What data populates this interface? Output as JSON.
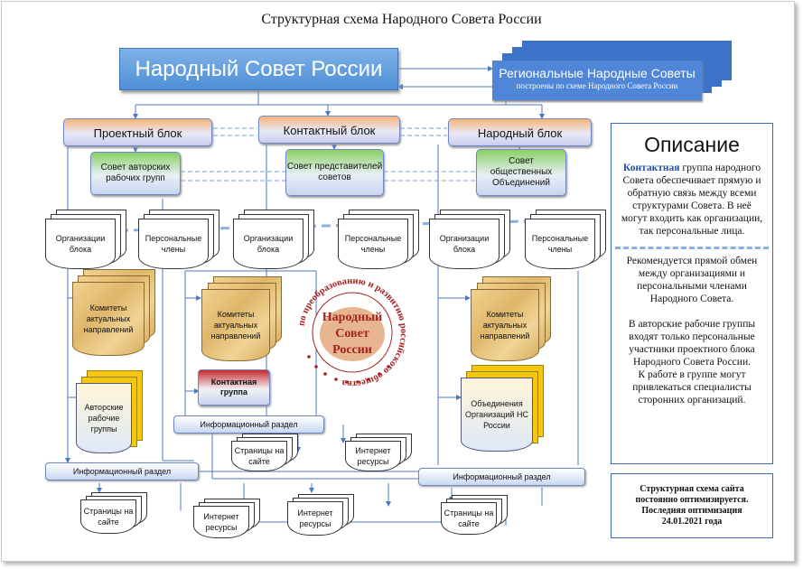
{
  "title": "Структурная схема Народного Совета России",
  "main_box": "Народный Совет России",
  "regional": {
    "title": "Региональные Народные Советы",
    "subtitle": "построены по схеме Народного Совета России"
  },
  "blocks": {
    "project": "Проектный блок",
    "contact": "Контактный блок",
    "people": "Народный блок"
  },
  "councils": {
    "authors": "Совет авторских рабочих групп",
    "representatives": "Совет представителей советов",
    "public": "Совет общественных Объединений"
  },
  "docs": {
    "org_block": "Организации блока",
    "personal": "Персональные члены",
    "committees": "Комитеты актуальных направлений",
    "author_groups": "Авторские рабочие группы",
    "unions": "Объединения Организаций НС России",
    "pages": "Страницы на сайте",
    "internet": "Интернет ресурсы"
  },
  "contact_group": "Контактная группа",
  "info_section": "Информационный раздел",
  "emblem": {
    "center": "Народный Совет России",
    "ring": "по преобразованию и развитию российского общества"
  },
  "description": {
    "heading": "Описание",
    "p1_highlight": "Контактная",
    "p1_rest": " группа народного Совета обеспечивает прямую и обратную связь между всеми структурами Совета. В неё могут входить как организации, так персональные лица.",
    "p2": "Рекомендуется прямой обмен между организациями и персональными членами Народного Совета.",
    "p3": "В авторские рабочие группы входят только персональные участники проектного блока Народного Совета России.",
    "p4": "К работе в группе могут привлекаться специалисты сторонних организаций."
  },
  "note": {
    "l1": "Структурная схема сайта",
    "l2": "постоянно оптимизируется.",
    "l3": "Последняя оптимизация",
    "l4": "24.01.2021 года"
  },
  "colors": {
    "line": "#4a79c4",
    "dashed": "#8ab0e0",
    "main_blue": "#4f8fd6",
    "regional_blue": "#4f86d7",
    "emblem_red": "#a32222"
  }
}
